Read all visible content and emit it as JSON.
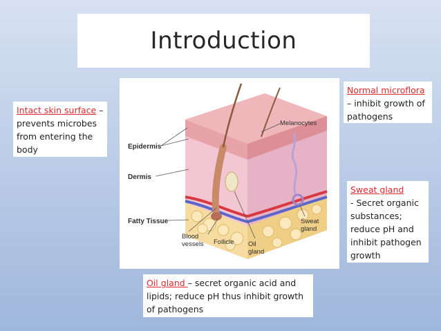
{
  "slide": {
    "title": "Introduction"
  },
  "notes": {
    "intact_skin": {
      "highlight": "Intact skin surface",
      "text": "– prevents microbes from entering the body"
    },
    "normal_microflora": {
      "highlight": "Normal microflora ",
      "text": "– inhibit growth of pathogens"
    },
    "sweat_gland": {
      "highlight": "Sweat gland ",
      "text": "- Secret organic substances; reduce pH and inhibit pathogen growth"
    },
    "oil_gland": {
      "highlight": "Oil gland ",
      "text": "– secret organic acid and lipids; reduce pH thus inhibit growth of pathogens"
    }
  },
  "diagram": {
    "labels": {
      "melanocytes": "Melanocytes",
      "epidermis": "Epidermis",
      "dermis": "Dermis",
      "fatty_tissue": "Fatty Tissue",
      "blood_vessels_1": "Blood",
      "blood_vessels_2": "vessels",
      "follicle": "Follicle",
      "oil_gland_1": "Oil",
      "oil_gland_2": "gland",
      "sweat_gland_1": "Sweat",
      "sweat_gland_2": "gland"
    },
    "colors": {
      "epidermis": "#e8a3a8",
      "dermis": "#f3c6d4",
      "fat": "#f6dca0",
      "artery": "#d8383f",
      "vein": "#5a66c8"
    }
  }
}
